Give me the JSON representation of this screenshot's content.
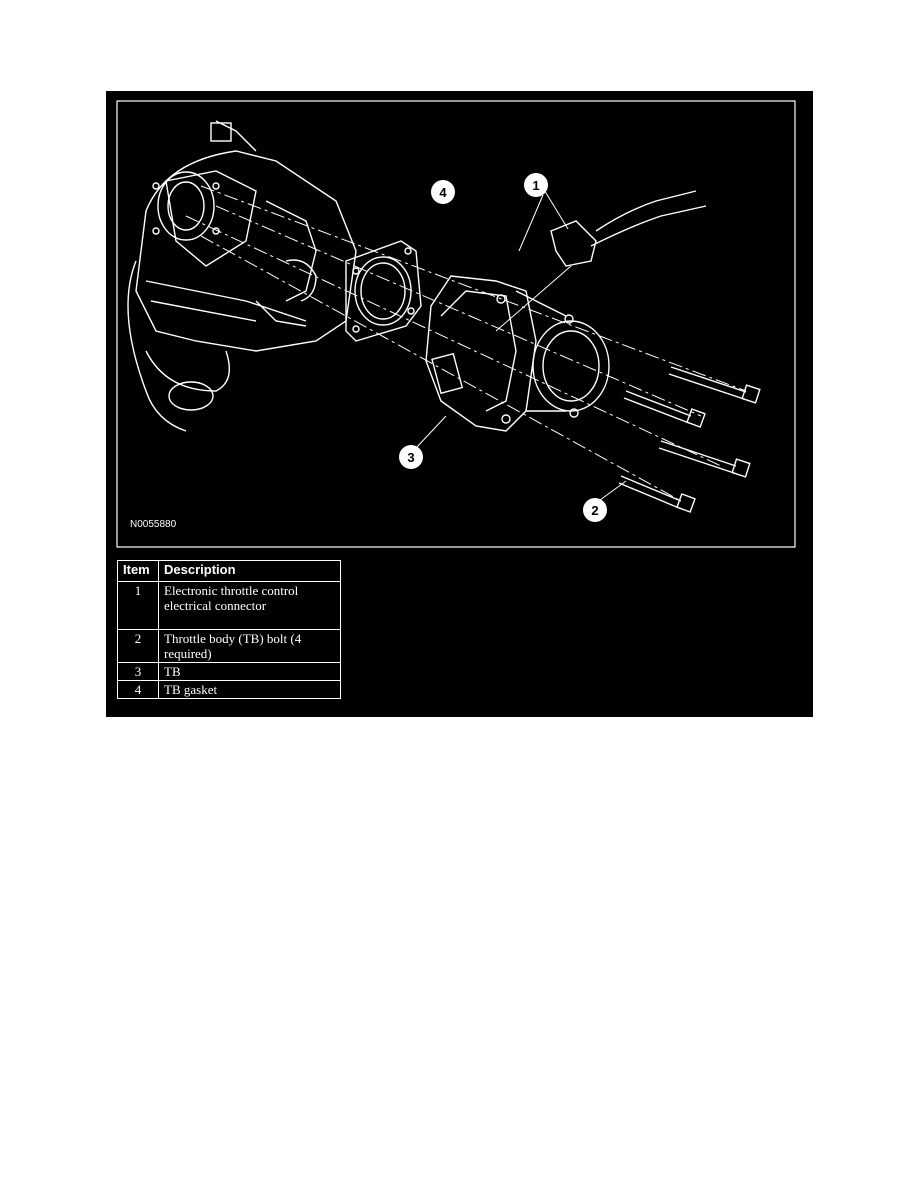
{
  "figure": {
    "code": "N0055880",
    "callouts": [
      "1",
      "2",
      "3",
      "4"
    ]
  },
  "legend": {
    "headers": {
      "item": "Item",
      "description": "Description"
    },
    "rows": [
      {
        "item": "1",
        "description": "Electronic throttle control electrical connector"
      },
      {
        "item": "2",
        "description": "Throttle body (TB) bolt (4 required)"
      },
      {
        "item": "3",
        "description": "TB"
      },
      {
        "item": "4",
        "description": "TB gasket"
      }
    ]
  },
  "colors": {
    "panel_background": "#000000",
    "line_art": "#ffffff",
    "page_background": "#ffffff"
  }
}
